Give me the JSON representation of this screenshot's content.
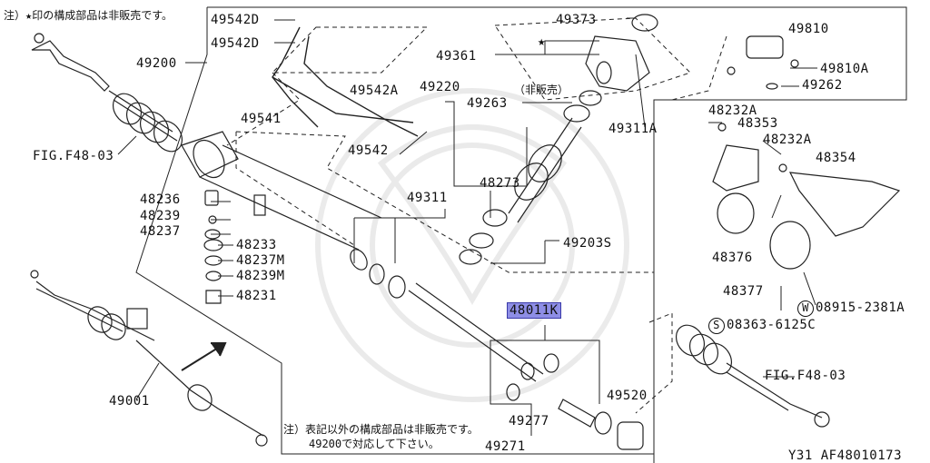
{
  "notes": {
    "top_note": "注）★印の構成部品は非販売です。",
    "bottom_note_line1": "注）表記以外の構成部品は非販売です。",
    "bottom_note_line2": "49200で対応して下さい。",
    "not_sold": "（非販売）",
    "star": "★"
  },
  "footer": {
    "code": "Y31   AF48010173"
  },
  "parts": {
    "p49542d_a": "49542D",
    "p49542d_b": "49542D",
    "p49373": "49373",
    "p49810": "49810",
    "p49810a": "49810A",
    "p49262": "49262",
    "p49200": "49200",
    "p49361": "49361",
    "p49542a": "49542A",
    "p49220": "49220",
    "p49263": "49263",
    "p49311a": "49311A",
    "p49541": "49541",
    "p49542": "49542",
    "fig_left": "FIG.F48-03",
    "p48236": "48236",
    "p48239": "48239",
    "p48237": "48237",
    "p48233": "48233",
    "p48237m": "48237M",
    "p48239m": "48239M",
    "p48231": "48231",
    "p49311": "49311",
    "p48273": "48273",
    "p49203s": "49203S",
    "p48232a_a": "48232A",
    "p48353": "48353",
    "p48232a_b": "48232A",
    "p48354": "48354",
    "p48376": "48376",
    "p48377": "48377",
    "p08915_prefix": "W",
    "p08915": "08915-2381A",
    "p08363_prefix": "S",
    "p08363": "08363-6125C",
    "p48011k": "48011K",
    "p49001": "49001",
    "p49520": "49520",
    "p49277": "49277",
    "p49271": "49271",
    "fig_right": "FIG.F48-03"
  },
  "highlight_color": "#8e8ee6"
}
